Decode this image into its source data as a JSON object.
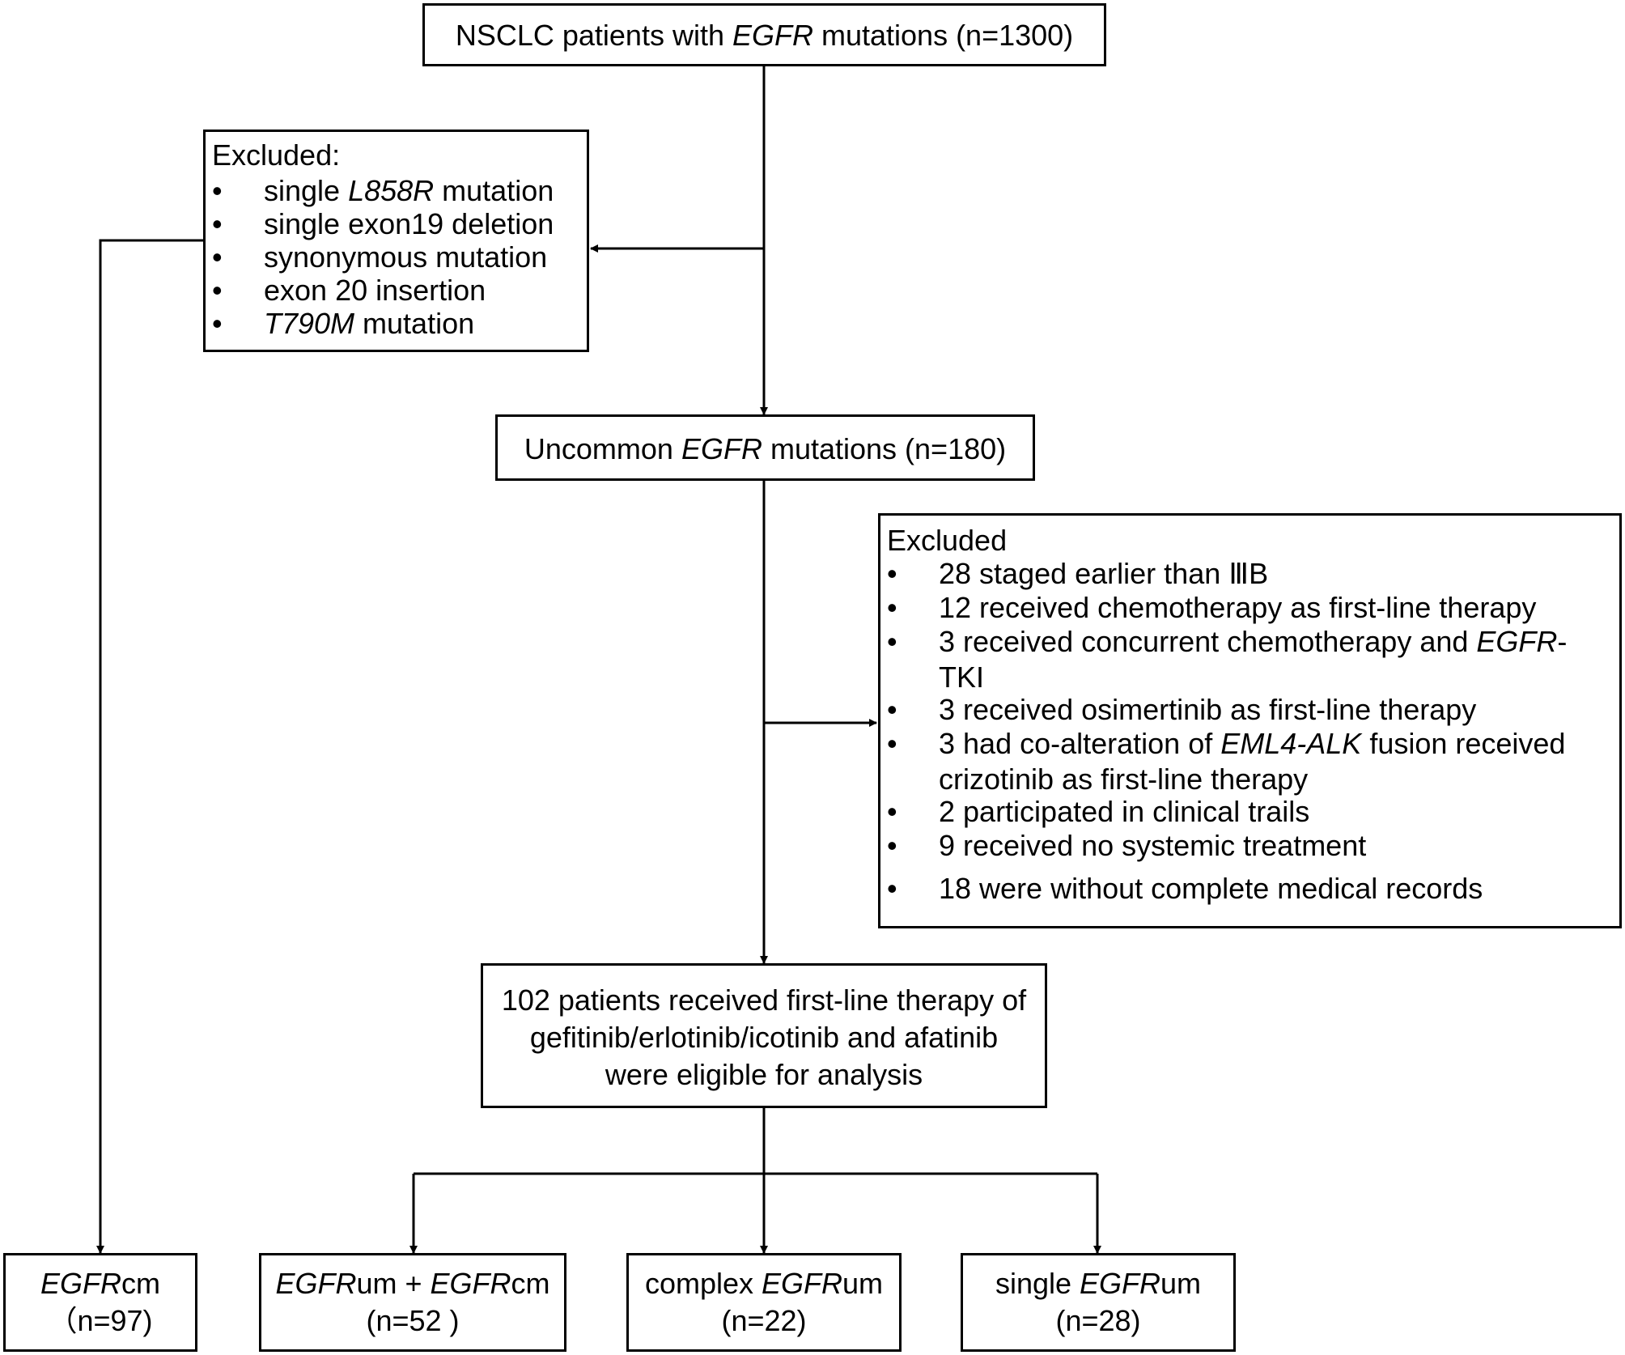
{
  "flowchart": {
    "top_box": {
      "pre": "NSCLC patients with ",
      "em": "EGFR",
      "post": " mutations (n=1300)"
    },
    "excluded_1": {
      "heading": "Excluded:",
      "items": [
        {
          "pre": "single ",
          "em": "L858R",
          "post": " mutation"
        },
        {
          "pre": "single exon19 deletion",
          "em": "",
          "post": ""
        },
        {
          "pre": "synonymous mutation",
          "em": "",
          "post": ""
        },
        {
          "pre": "exon 20 insertion",
          "em": "",
          "post": ""
        },
        {
          "pre": "",
          "em": "T790M",
          "post": " mutation"
        }
      ]
    },
    "uncommon_box": {
      "pre": "Uncommon ",
      "em": "EGFR",
      "post": " mutations (n=180)"
    },
    "excluded_2": {
      "heading": "Excluded",
      "items": [
        {
          "line1_pre": "28 staged earlier than ⅢB",
          "line1_em": "",
          "line1_post": "",
          "line2": ""
        },
        {
          "line1_pre": "12 received chemotherapy as first-line therapy",
          "line1_em": "",
          "line1_post": "",
          "line2": ""
        },
        {
          "line1_pre": "3 received concurrent chemotherapy and ",
          "line1_em": "EGFR",
          "line1_post": "-",
          "line2": "TKI"
        },
        {
          "line1_pre": "3 received osimertinib as first-line therapy",
          "line1_em": "",
          "line1_post": "",
          "line2": ""
        },
        {
          "line1_pre": "3 had co-alteration of ",
          "line1_em": "EML4-ALK",
          "line1_post": " fusion received",
          "line2": "crizotinib as first-line therapy"
        },
        {
          "line1_pre": "2 participated in clinical trails",
          "line1_em": "",
          "line1_post": "",
          "line2": ""
        },
        {
          "line1_pre": "9 received no systemic treatment",
          "line1_em": "",
          "line1_post": "",
          "line2": ""
        },
        {
          "line1_pre": "18 were without complete medical records",
          "line1_em": "",
          "line1_post": "",
          "line2": ""
        }
      ]
    },
    "eligible_box": {
      "line1": "102 patients received first-line  therapy of",
      "line2": "gefitinib/erlotinib/icotinib and afatinib",
      "line3": "were eligible for  analysis"
    },
    "bottom": [
      {
        "id": "egfrcm",
        "a_em": "EGFR",
        "a_post": "cm",
        "b_em": "",
        "b_post": "",
        "count": "（n=97)"
      },
      {
        "id": "um-cm",
        "a_em": "EGFR",
        "a_post": "um + ",
        "b_em": "EGFR",
        "b_post": "cm",
        "count": "(n=52 )"
      },
      {
        "id": "complex",
        "a_pre": "complex ",
        "a_em": "EGFR",
        "a_post": "um",
        "count": "(n=22)"
      },
      {
        "id": "single",
        "a_pre": "single ",
        "a_em": "EGFR",
        "a_post": "um",
        "count": "(n=28)"
      }
    ]
  }
}
